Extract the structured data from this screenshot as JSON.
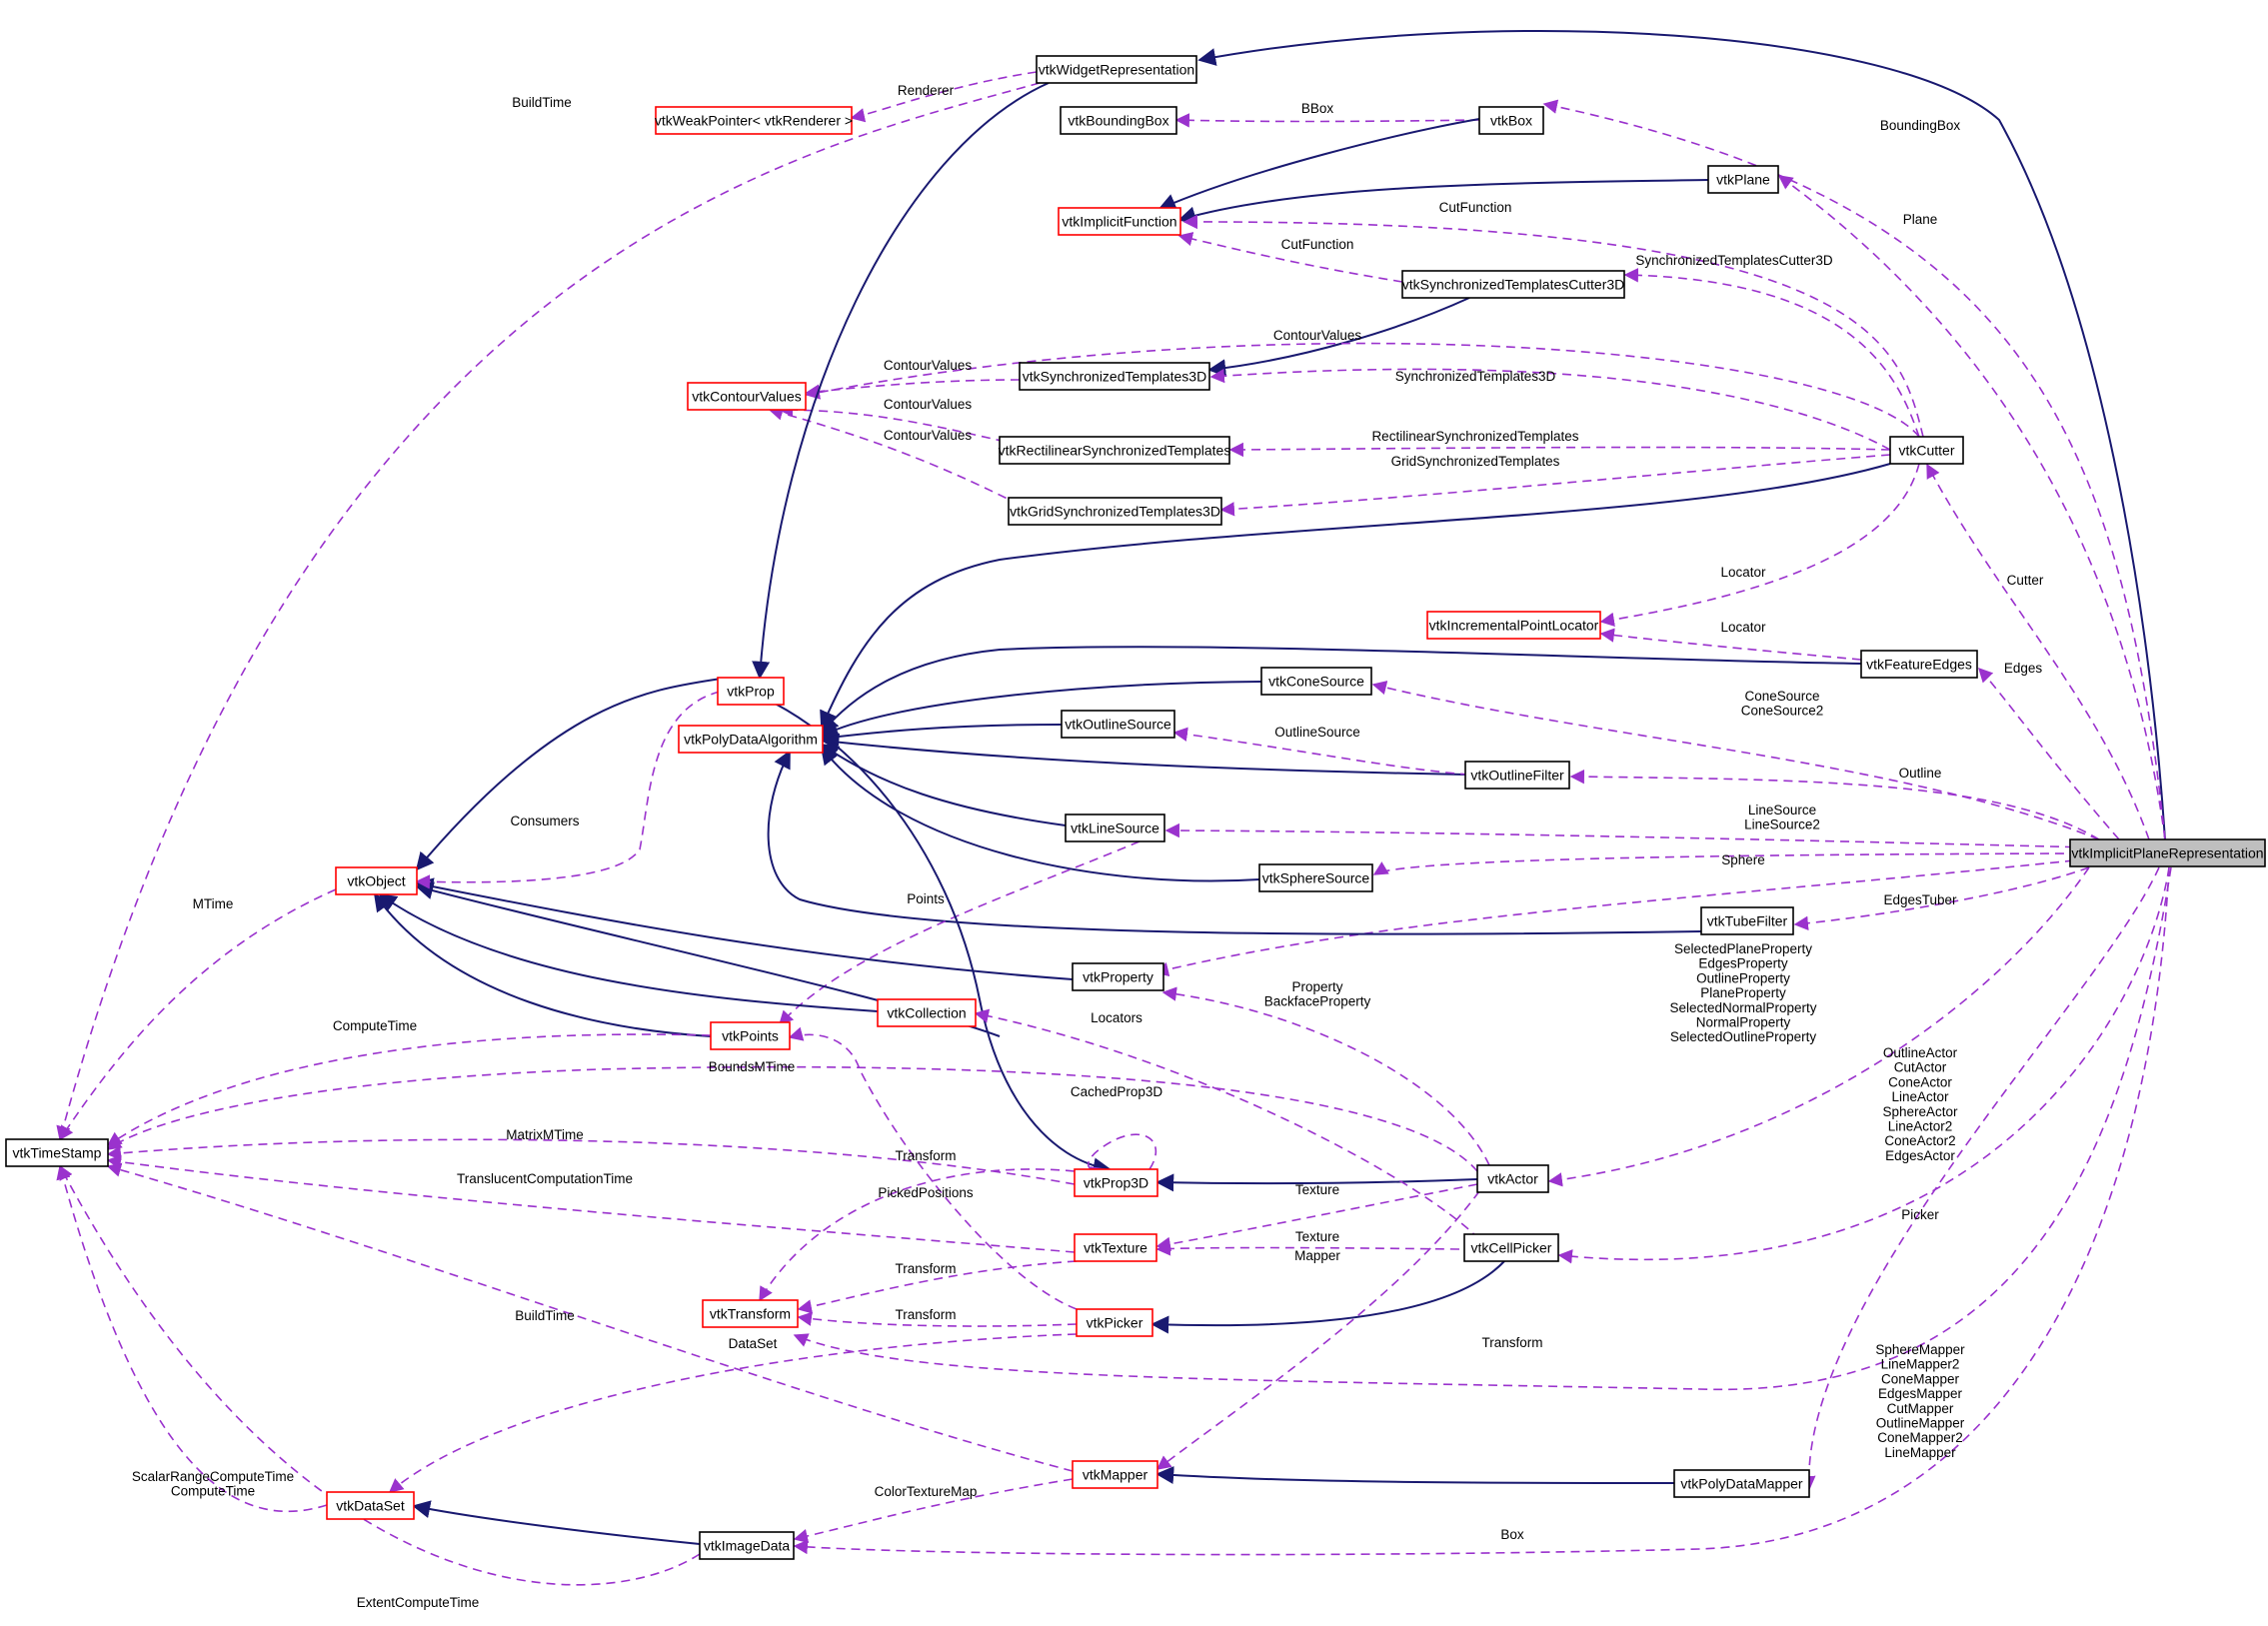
{
  "colors": {
    "inheritance": "#191970",
    "usage": "#9a32cd",
    "documented_border": "#000000",
    "undocumented_border": "#ff0000",
    "highlight_fill": "#bfbfbf"
  },
  "nodes": [
    {
      "id": "main",
      "label": "vtkImplicitPlaneRepresentation",
      "documented": true,
      "highlight": true
    },
    {
      "id": "widgetrep",
      "label": "vtkWidgetRepresentation",
      "documented": true
    },
    {
      "id": "weakptr",
      "label": "vtkWeakPointer< vtkRenderer >",
      "documented": false
    },
    {
      "id": "bbox",
      "label": "vtkBoundingBox",
      "documented": true
    },
    {
      "id": "box",
      "label": "vtkBox",
      "documented": true
    },
    {
      "id": "plane",
      "label": "vtkPlane",
      "documented": true
    },
    {
      "id": "implicit",
      "label": "vtkImplicitFunction",
      "documented": false
    },
    {
      "id": "stcutter",
      "label": "vtkSynchronizedTemplatesCutter3D",
      "documented": true
    },
    {
      "id": "contour",
      "label": "vtkContourValues",
      "documented": false
    },
    {
      "id": "st3d",
      "label": "vtkSynchronizedTemplates3D",
      "documented": true
    },
    {
      "id": "rst",
      "label": "vtkRectilinearSynchronizedTemplates",
      "documented": true
    },
    {
      "id": "cutter",
      "label": "vtkCutter",
      "documented": true
    },
    {
      "id": "gst",
      "label": "vtkGridSynchronizedTemplates3D",
      "documented": true
    },
    {
      "id": "ipl",
      "label": "vtkIncrementalPointLocator",
      "documented": false
    },
    {
      "id": "fedges",
      "label": "vtkFeatureEdges",
      "documented": true
    },
    {
      "id": "prop",
      "label": "vtkProp",
      "documented": false
    },
    {
      "id": "cone",
      "label": "vtkConeSource",
      "documented": true
    },
    {
      "id": "pda",
      "label": "vtkPolyDataAlgorithm",
      "documented": false
    },
    {
      "id": "outlinesrc",
      "label": "vtkOutlineSource",
      "documented": true
    },
    {
      "id": "outlinefilter",
      "label": "vtkOutlineFilter",
      "documented": true
    },
    {
      "id": "linesrc",
      "label": "vtkLineSource",
      "documented": true
    },
    {
      "id": "object",
      "label": "vtkObject",
      "documented": false
    },
    {
      "id": "sphere",
      "label": "vtkSphereSource",
      "documented": true
    },
    {
      "id": "tube",
      "label": "vtkTubeFilter",
      "documented": true
    },
    {
      "id": "property",
      "label": "vtkProperty",
      "documented": true
    },
    {
      "id": "collection",
      "label": "vtkCollection",
      "documented": false
    },
    {
      "id": "points",
      "label": "vtkPoints",
      "documented": false
    },
    {
      "id": "timestamp",
      "label": "vtkTimeStamp",
      "documented": true
    },
    {
      "id": "prop3d",
      "label": "vtkProp3D",
      "documented": false
    },
    {
      "id": "actor",
      "label": "vtkActor",
      "documented": true
    },
    {
      "id": "texture",
      "label": "vtkTexture",
      "documented": false
    },
    {
      "id": "cellpicker",
      "label": "vtkCellPicker",
      "documented": true
    },
    {
      "id": "transform",
      "label": "vtkTransform",
      "documented": false
    },
    {
      "id": "picker",
      "label": "vtkPicker",
      "documented": false
    },
    {
      "id": "mapper",
      "label": "vtkMapper",
      "documented": false
    },
    {
      "id": "pdmapper",
      "label": "vtkPolyDataMapper",
      "documented": true
    },
    {
      "id": "dataset",
      "label": "vtkDataSet",
      "documented": false
    },
    {
      "id": "imagedata",
      "label": "vtkImageData",
      "documented": true
    }
  ],
  "edge_labels": [
    {
      "id": "buildtime_top",
      "lines": [
        "BuildTime"
      ]
    },
    {
      "id": "renderer",
      "lines": [
        "Renderer"
      ]
    },
    {
      "id": "bbox_lbl",
      "lines": [
        "BBox"
      ]
    },
    {
      "id": "boundingbox",
      "lines": [
        "BoundingBox"
      ]
    },
    {
      "id": "plane_lbl",
      "lines": [
        "Plane"
      ]
    },
    {
      "id": "cutfunction1",
      "lines": [
        "CutFunction"
      ]
    },
    {
      "id": "cutfunction2",
      "lines": [
        "CutFunction"
      ]
    },
    {
      "id": "stcutter_lbl",
      "lines": [
        "SynchronizedTemplatesCutter3D"
      ]
    },
    {
      "id": "contourvalues1",
      "lines": [
        "ContourValues"
      ]
    },
    {
      "id": "contourvalues2",
      "lines": [
        "ContourValues"
      ]
    },
    {
      "id": "contourvalues3",
      "lines": [
        "ContourValues"
      ]
    },
    {
      "id": "contourvalues4",
      "lines": [
        "ContourValues"
      ]
    },
    {
      "id": "st3d_lbl",
      "lines": [
        "SynchronizedTemplates3D"
      ]
    },
    {
      "id": "rst_lbl",
      "lines": [
        "RectilinearSynchronizedTemplates"
      ]
    },
    {
      "id": "gst_lbl",
      "lines": [
        "GridSynchronizedTemplates"
      ]
    },
    {
      "id": "cutter_lbl",
      "lines": [
        "Cutter"
      ]
    },
    {
      "id": "locator1",
      "lines": [
        "Locator"
      ]
    },
    {
      "id": "locator2",
      "lines": [
        "Locator"
      ]
    },
    {
      "id": "edges_lbl",
      "lines": [
        "Edges"
      ]
    },
    {
      "id": "conesource",
      "lines": [
        "ConeSource",
        "ConeSource2"
      ]
    },
    {
      "id": "outlinesource",
      "lines": [
        "OutlineSource"
      ]
    },
    {
      "id": "outline_lbl",
      "lines": [
        "Outline"
      ]
    },
    {
      "id": "consumers",
      "lines": [
        "Consumers"
      ]
    },
    {
      "id": "linesource",
      "lines": [
        "LineSource",
        "LineSource2"
      ]
    },
    {
      "id": "sphere_lbl",
      "lines": [
        "Sphere"
      ]
    },
    {
      "id": "mtime",
      "lines": [
        "MTime"
      ]
    },
    {
      "id": "points_lbl",
      "lines": [
        "Points"
      ]
    },
    {
      "id": "edgestuber",
      "lines": [
        "EdgesTuber"
      ]
    },
    {
      "id": "properties",
      "lines": [
        "SelectedPlaneProperty",
        "EdgesProperty",
        "OutlineProperty",
        "PlaneProperty",
        "SelectedNormalProperty",
        "NormalProperty",
        "SelectedOutlineProperty"
      ]
    },
    {
      "id": "prop_backface",
      "lines": [
        "Property",
        "BackfaceProperty"
      ]
    },
    {
      "id": "locators",
      "lines": [
        "Locators"
      ]
    },
    {
      "id": "computetime",
      "lines": [
        "ComputeTime"
      ]
    },
    {
      "id": "boundsmtime",
      "lines": [
        "BoundsMTime"
      ]
    },
    {
      "id": "actors",
      "lines": [
        "OutlineActor",
        "CutActor",
        "ConeActor",
        "LineActor",
        "SphereActor",
        "LineActor2",
        "ConeActor2",
        "EdgesActor"
      ]
    },
    {
      "id": "cachedprop3d",
      "lines": [
        "CachedProp3D"
      ]
    },
    {
      "id": "matrixmtime",
      "lines": [
        "MatrixMTime"
      ]
    },
    {
      "id": "transform1",
      "lines": [
        "Transform"
      ]
    },
    {
      "id": "pickedpositions",
      "lines": [
        "PickedPositions"
      ]
    },
    {
      "id": "translucent",
      "lines": [
        "TranslucentComputationTime"
      ]
    },
    {
      "id": "texture1",
      "lines": [
        "Texture"
      ]
    },
    {
      "id": "texture2",
      "lines": [
        "Texture"
      ]
    },
    {
      "id": "picker_lbl",
      "lines": [
        "Picker"
      ]
    },
    {
      "id": "mapper_lbl",
      "lines": [
        "Mapper"
      ]
    },
    {
      "id": "transform2",
      "lines": [
        "Transform"
      ]
    },
    {
      "id": "transform3",
      "lines": [
        "Transform"
      ]
    },
    {
      "id": "buildtime_bottom",
      "lines": [
        "BuildTime"
      ]
    },
    {
      "id": "transform4",
      "lines": [
        "Transform"
      ]
    },
    {
      "id": "dataset_lbl",
      "lines": [
        "DataSet"
      ]
    },
    {
      "id": "mappers",
      "lines": [
        "SphereMapper",
        "LineMapper2",
        "ConeMapper",
        "EdgesMapper",
        "CutMapper",
        "OutlineMapper",
        "ConeMapper2",
        "LineMapper"
      ]
    },
    {
      "id": "scalarrange",
      "lines": [
        "ScalarRangeComputeTime",
        "ComputeTime"
      ]
    },
    {
      "id": "colortexture",
      "lines": [
        "ColorTextureMap"
      ]
    },
    {
      "id": "box_lbl",
      "lines": [
        "Box"
      ]
    },
    {
      "id": "extentcompute",
      "lines": [
        "ExtentComputeTime"
      ]
    }
  ]
}
